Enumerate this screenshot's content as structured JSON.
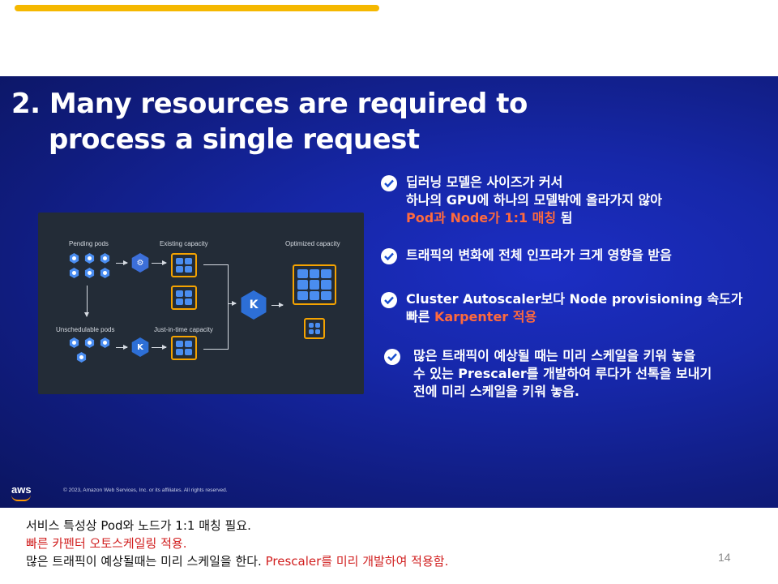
{
  "slide": {
    "title_line1": "2. Many resources are required to",
    "title_line2": "process a single request",
    "diagram": {
      "pending_pods": "Pending pods",
      "existing_capacity": "Existing capacity",
      "optimized_capacity": "Optimized capacity",
      "unschedulable_pods": "Unschedulable pods",
      "just_in_time_capacity": "Just-in-time capacity"
    },
    "bullets": [
      {
        "line1": "딥러닝 모델은 사이즈가 커서",
        "line2": "하나의 GPU에 하나의 모델밖에 올라가지 않아",
        "line3_highlight": "Pod과 Node가 1:1 매칭",
        "line3_rest": " 됨"
      },
      {
        "line1": "트래픽의 변화에 전체 인프라가 크게 영향을 받음"
      },
      {
        "line1": "Cluster Autoscaler보다 Node provisioning 속도가",
        "line2_pre": "빠른 ",
        "line2_highlight": "Karpenter 적용"
      },
      {
        "line1": "많은 트래픽이 예상될 때는 미리 스케일을 키워 놓을",
        "line2": "수 있는 Prescaler를 개발하여 루다가 선톡을 보내기",
        "line3": "전에 미리 스케일을 키워 놓음."
      }
    ],
    "aws_logo": "aws",
    "copyright": "© 2023, Amazon Web Services, Inc. or its affiliates. All rights reserved."
  },
  "notes": {
    "line1": "서비스 특성상 Pod와 노드가 1:1 매칭 필요.",
    "line2": "빠른 카펜터 오토스케일링 적용.",
    "line3_black": "많은 트래픽이 예상될때는 미리 스케일을 한다. ",
    "line3_red": "Prescaler를 미리 개발하여 적용함."
  },
  "page_number": "14",
  "colors": {
    "accent_bar": "#f5b800",
    "highlight": "#ff6a3d",
    "note_red": "#d11f1f",
    "slide_bg": "#1627a8"
  }
}
